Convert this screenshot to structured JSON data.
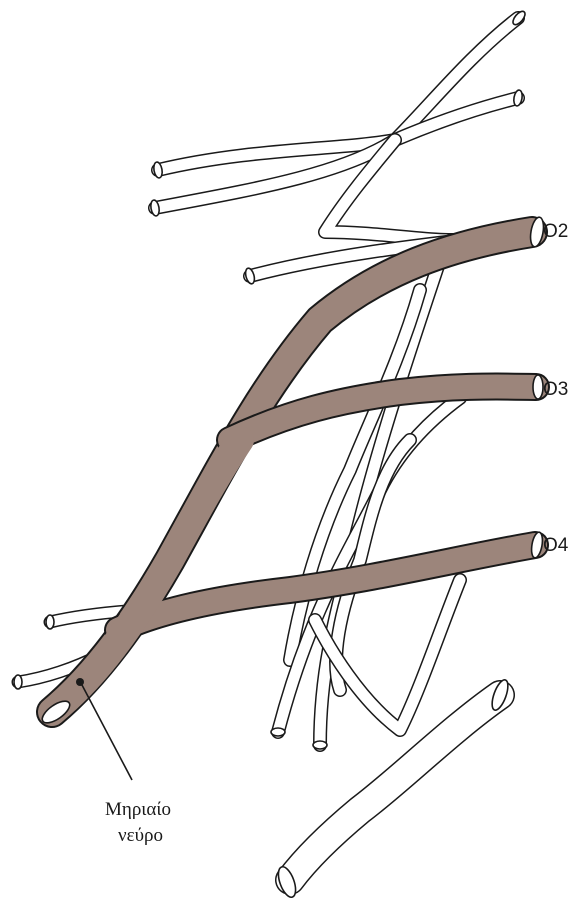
{
  "labels": {
    "o2": "O2",
    "o3": "O3",
    "o4": "O4"
  },
  "caption": {
    "line1": "Μηριαίο",
    "line2": "νεύρο"
  },
  "colors": {
    "highlight_nerve": "#9c857b",
    "outline": "#1a1a1a",
    "background": "#ffffff"
  }
}
